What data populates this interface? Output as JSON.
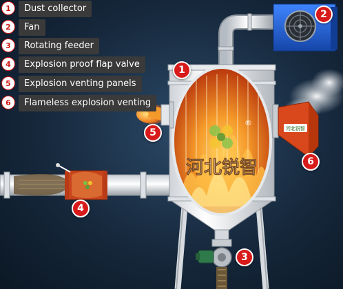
{
  "legend": [
    {
      "number": "1",
      "label": "Dust collector"
    },
    {
      "number": "2",
      "label": "Fan"
    },
    {
      "number": "3",
      "label": "Rotating feeder"
    },
    {
      "number": "4",
      "label": "Explosion proof flap valve"
    },
    {
      "number": "5",
      "label": "Explosion venting panels"
    },
    {
      "number": "6",
      "label": "Flameless explosion venting"
    }
  ],
  "callouts": [
    "1",
    "2",
    "3",
    "4",
    "5",
    "6"
  ],
  "watermark": {
    "brand_text": "河北锐智",
    "registered_mark": "®"
  },
  "panel_badge_text": "河北锐智",
  "colors": {
    "accent_red": "#d81a1a",
    "fan_blue": "#1f5fd6",
    "vessel_white": "#f2f2f2",
    "flame_orange": "#e8641a",
    "background": "#16283c"
  }
}
